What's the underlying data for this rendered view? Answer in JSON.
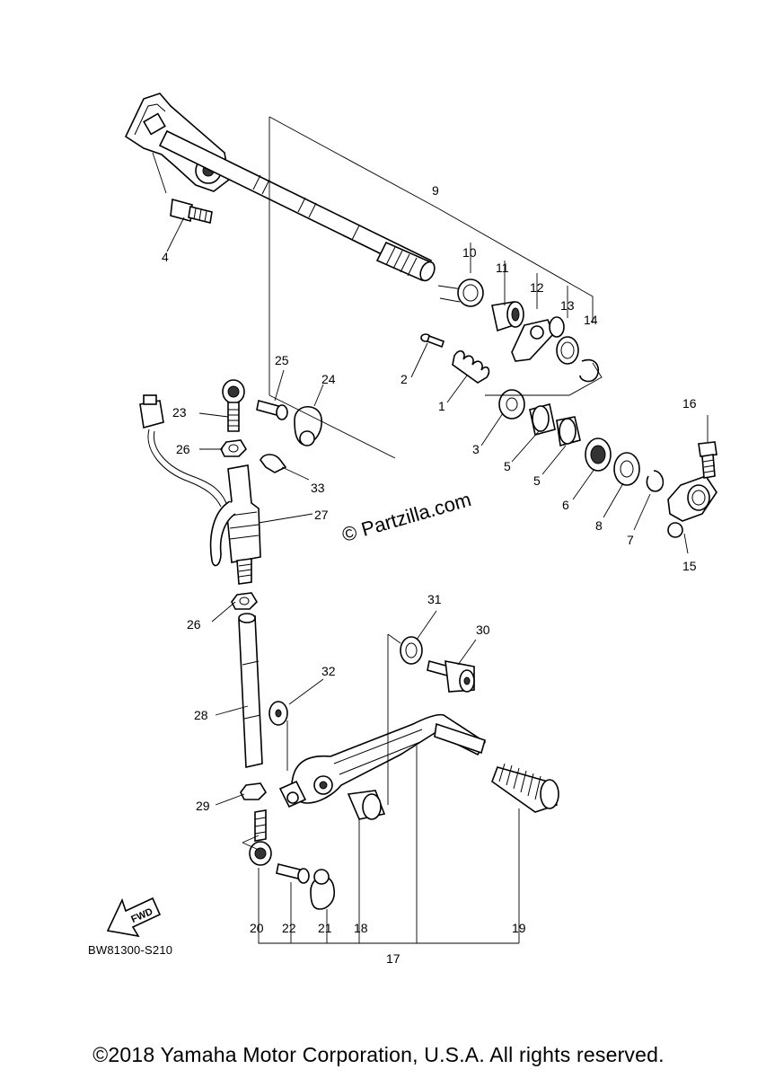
{
  "diagram": {
    "callouts": {
      "c1": "1",
      "c2": "2",
      "c3": "3",
      "c4": "4",
      "c5a": "5",
      "c5b": "5",
      "c6": "6",
      "c7": "7",
      "c8": "8",
      "c9": "9",
      "c10": "10",
      "c11": "11",
      "c12": "12",
      "c13": "13",
      "c14": "14",
      "c15": "15",
      "c16": "16",
      "c17": "17",
      "c18": "18",
      "c19": "19",
      "c20": "20",
      "c21": "21",
      "c22": "22",
      "c23": "23",
      "c24": "24",
      "c25": "25",
      "c26a": "26",
      "c26b": "26",
      "c27": "27",
      "c28": "28",
      "c29": "29",
      "c30": "30",
      "c31": "31",
      "c32": "32",
      "c33": "33"
    },
    "fwd_label": "FWD",
    "reference_code": "BW81300-S210",
    "watermark": "© Partzilla.com",
    "copyright": "©2018 Yamaha Motor Corporation, U.S.A. All rights reserved."
  }
}
